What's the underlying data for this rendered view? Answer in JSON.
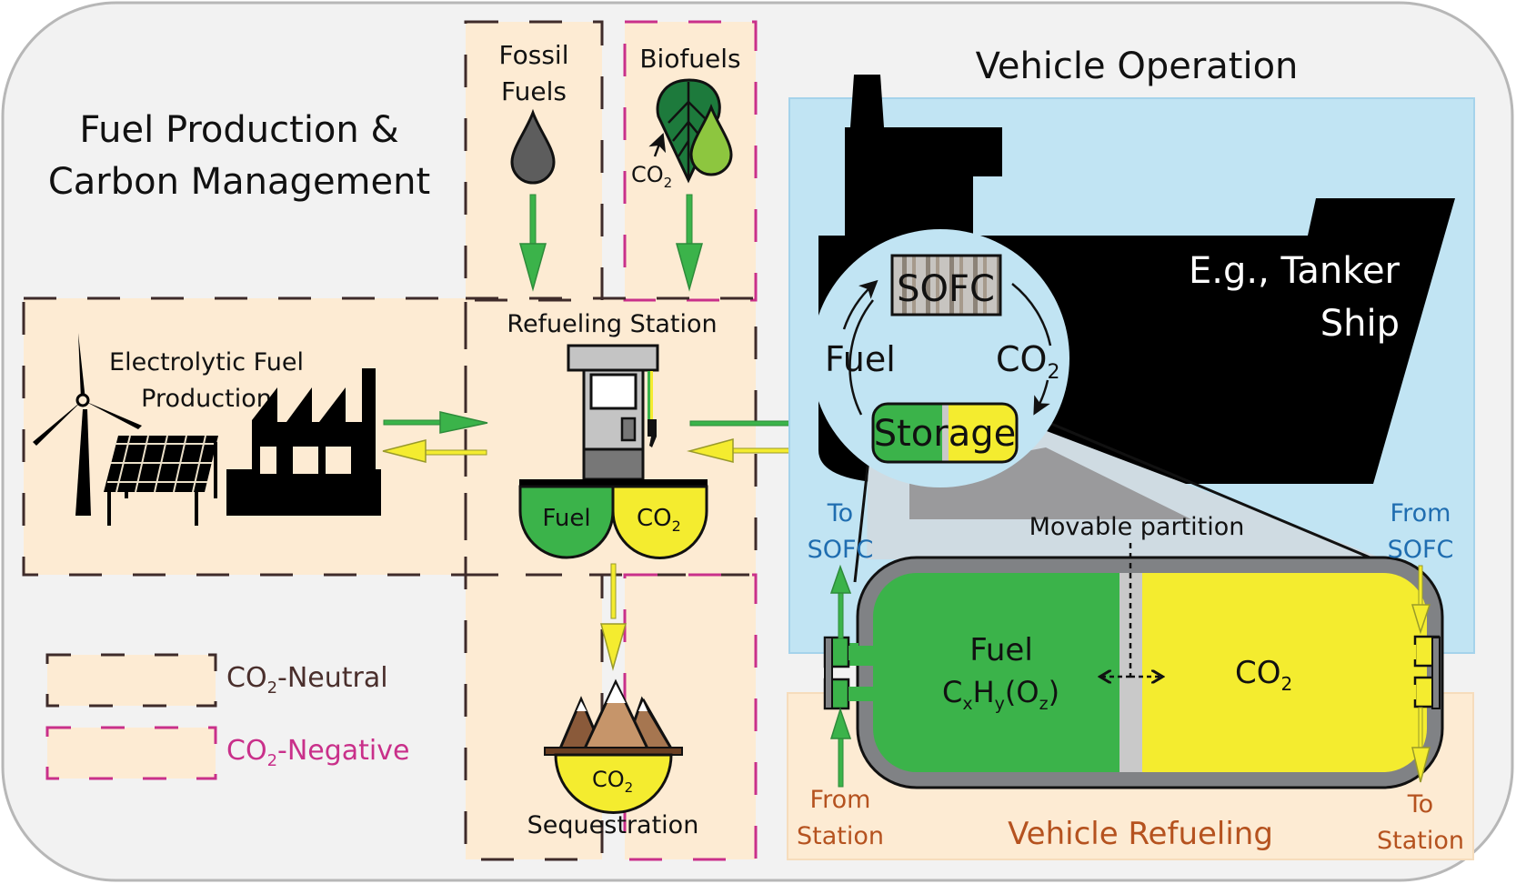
{
  "titles": {
    "left_title_line1": "Fuel Production &",
    "left_title_line2": "Carbon Management",
    "right_title": "Vehicle Operation"
  },
  "sources": {
    "fossil_line1": "Fossil",
    "fossil_line2": "Fuels",
    "biofuels": "Biofuels",
    "biofuels_co2": "CO",
    "biofuels_co2_sub": "2"
  },
  "electrolytic": {
    "line1": "Electrolytic Fuel",
    "line2": "Production"
  },
  "station": {
    "title": "Refueling Station",
    "fuel_tank": "Fuel",
    "co2_tank": "CO",
    "co2_tank_sub": "2"
  },
  "sequestration": {
    "co2": "CO",
    "co2_sub": "2",
    "label": "Sequestration"
  },
  "legend": {
    "neutral_prefix": "CO",
    "neutral_sub": "2",
    "neutral_suffix": "-Neutral",
    "negative_prefix": "CO",
    "negative_sub": "2",
    "negative_suffix": "-Negative"
  },
  "vehicle": {
    "ship_line1": "E.g., Tanker",
    "ship_line2": "Ship",
    "sofc": "SOFC",
    "cycle_fuel": "Fuel",
    "cycle_co2": "CO",
    "cycle_co2_sub": "2",
    "storage": "Storage"
  },
  "tank": {
    "partition_label": "Movable partition",
    "fuel_label": "Fuel",
    "fuel_formula_c": "C",
    "fuel_formula_x": "x",
    "fuel_formula_h": "H",
    "fuel_formula_y": "y",
    "fuel_formula_o_open": "(O",
    "fuel_formula_z": "z",
    "fuel_formula_close": ")",
    "co2_label": "CO",
    "co2_sub": "2",
    "to_sofc_line1": "To",
    "to_sofc_line2": "SOFC",
    "from_sofc_line1": "From",
    "from_sofc_line2": "SOFC",
    "from_station_line1": "From",
    "from_station_line2": "Station",
    "to_station_line1": "To",
    "to_station_line2": "Station",
    "refueling_label": "Vehicle Refueling"
  },
  "colors": {
    "background": "#f2f2f2",
    "box_fill": "#fdebd3",
    "neutral_border": "#3e2b2a",
    "negative_border": "#c9308a",
    "vehicle_blue": "#c1e4f3",
    "fuel_green": "#3bb34a",
    "co2_yellow": "#f4ec2f",
    "label_blue": "#1f6db0",
    "label_orange": "#b5521f"
  }
}
